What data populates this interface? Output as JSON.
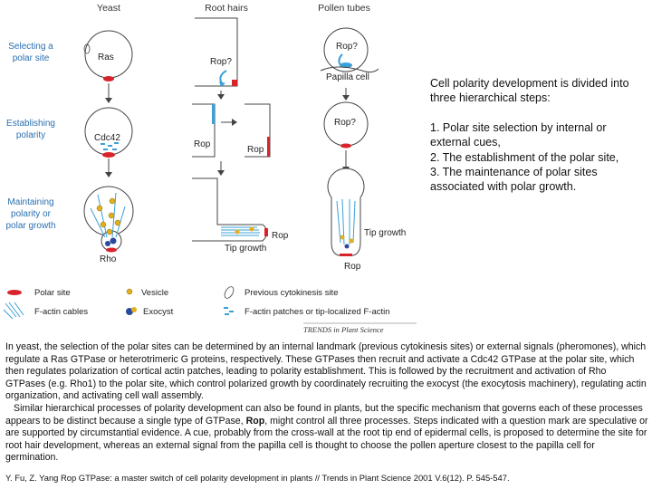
{
  "figure": {
    "columns": [
      "Yeast",
      "Root hairs",
      "Pollen tubes"
    ],
    "rows": [
      "Selecting a polar site",
      "Establishing polarity",
      "Maintaining polarity or polar growth"
    ],
    "yeast": {
      "ras": "Ras",
      "cdc42": "Cdc42",
      "rho": "Rho"
    },
    "root": {
      "rop_q": "Rop?",
      "rop_left": "Rop",
      "rop_right": "Rop",
      "rop_tip": "Rop",
      "tip_growth": "Tip growth"
    },
    "pollen": {
      "rop_q": "Rop?",
      "papilla": "Papilla cell",
      "rop_q2": "Rop?",
      "tip_growth": "Tip growth",
      "rop": "Rop"
    },
    "legend": {
      "polar_site": "Polar site",
      "vesicle": "Vesicle",
      "previous_site": "Previous cytokinesis site",
      "f_actin_cables": "F-actin cables",
      "exocyst": "Exocyst",
      "f_actin_patches": "F-actin patches or tip-localized F-actin"
    },
    "credit": "TRENDS in Plant Science"
  },
  "side_text": {
    "intro": "Cell polarity development is divided into three hierarchical steps:",
    "step1": "1. Polar site selection by internal or external cues,",
    "step2": "2. The establishment of the polar site,",
    "step3": "3. The maintenance of polar sites associated with polar growth."
  },
  "body_text": {
    "para1": "In yeast, the selection of the polar sites can be determined by an internal landmark (previous cytokinesis sites) or external signals (pheromones), which regulate a Ras GTPase or heterotrimeric G proteins, respectively. These GTPases then recruit and activate a Cdc42 GTPase at the polar site, which then regulates polarization of cortical actin patches, leading to polarity establishment. This is followed by the recruitment and activation of Rho GTPases (e.g. Rho1) to the polar site, which control polarized growth by coordinately recruiting the exocyst (the exocytosis machinery), regulating actin organization, and activating cell wall assembly.",
    "para2_start": "Similar hierarchical processes of polarity development can also be found in plants, but the specific mechanism that governs each of these processes appears to be distinct because a single type of GTPase, ",
    "para2_bold": "Rop",
    "para2_end": ", might control all three processes. Steps indicated with a question mark are speculative or are supported by circumstantial evidence. A cue, probably from the cross-wall at the root tip end of epidermal cells, is proposed to determine the site for root hair development, whereas an external signal from the papilla cell is thought to choose the pollen aperture closest to the papilla cell for germination."
  },
  "citation": "Y. Fu, Z. Yang  Rop GTPase: a master switch of cell polarity development in plants // Trends in Plant Science 2001 V.6(12). P. 545-547.",
  "colors": {
    "polar_site": "#d8232a",
    "actin": "#3aa0d8",
    "vesicle": "#e0b020",
    "exocyst": "#2a4aa0",
    "row_label": "#2a6fb0"
  }
}
